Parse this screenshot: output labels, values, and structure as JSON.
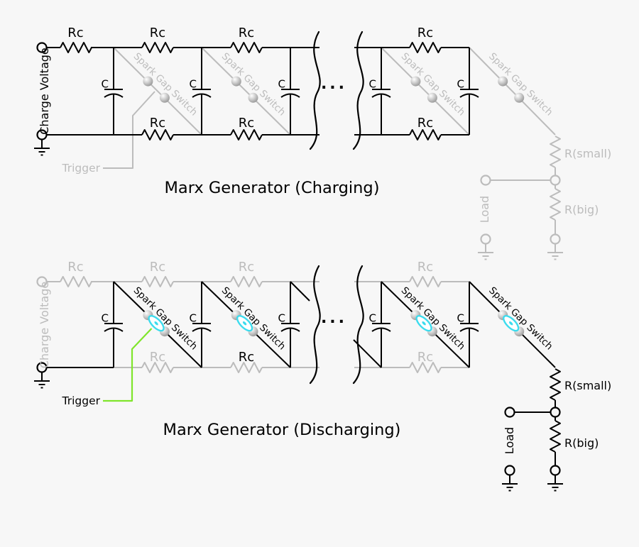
{
  "charging": {
    "title": "Marx Generator (Charging)"
  },
  "discharging": {
    "title": "Marx Generator (Discharging)"
  },
  "labels": {
    "rc": "Rc",
    "c": "C",
    "spark_gap_switch": "Spark Gap Switch",
    "charge_voltage": "Charge Voltage",
    "trigger": "Trigger",
    "r_small": "R(small)",
    "r_big": "R(big)",
    "load": "Load",
    "ellipsis": "..."
  },
  "colors": {
    "background": "#f7f7f7",
    "active_black": "#000000",
    "inactive_gray": "#bcbcbc",
    "trigger_green": "#7fe52b",
    "spark_cyan": "#3cdcee",
    "electrode_gray": "#9a9a9a"
  }
}
